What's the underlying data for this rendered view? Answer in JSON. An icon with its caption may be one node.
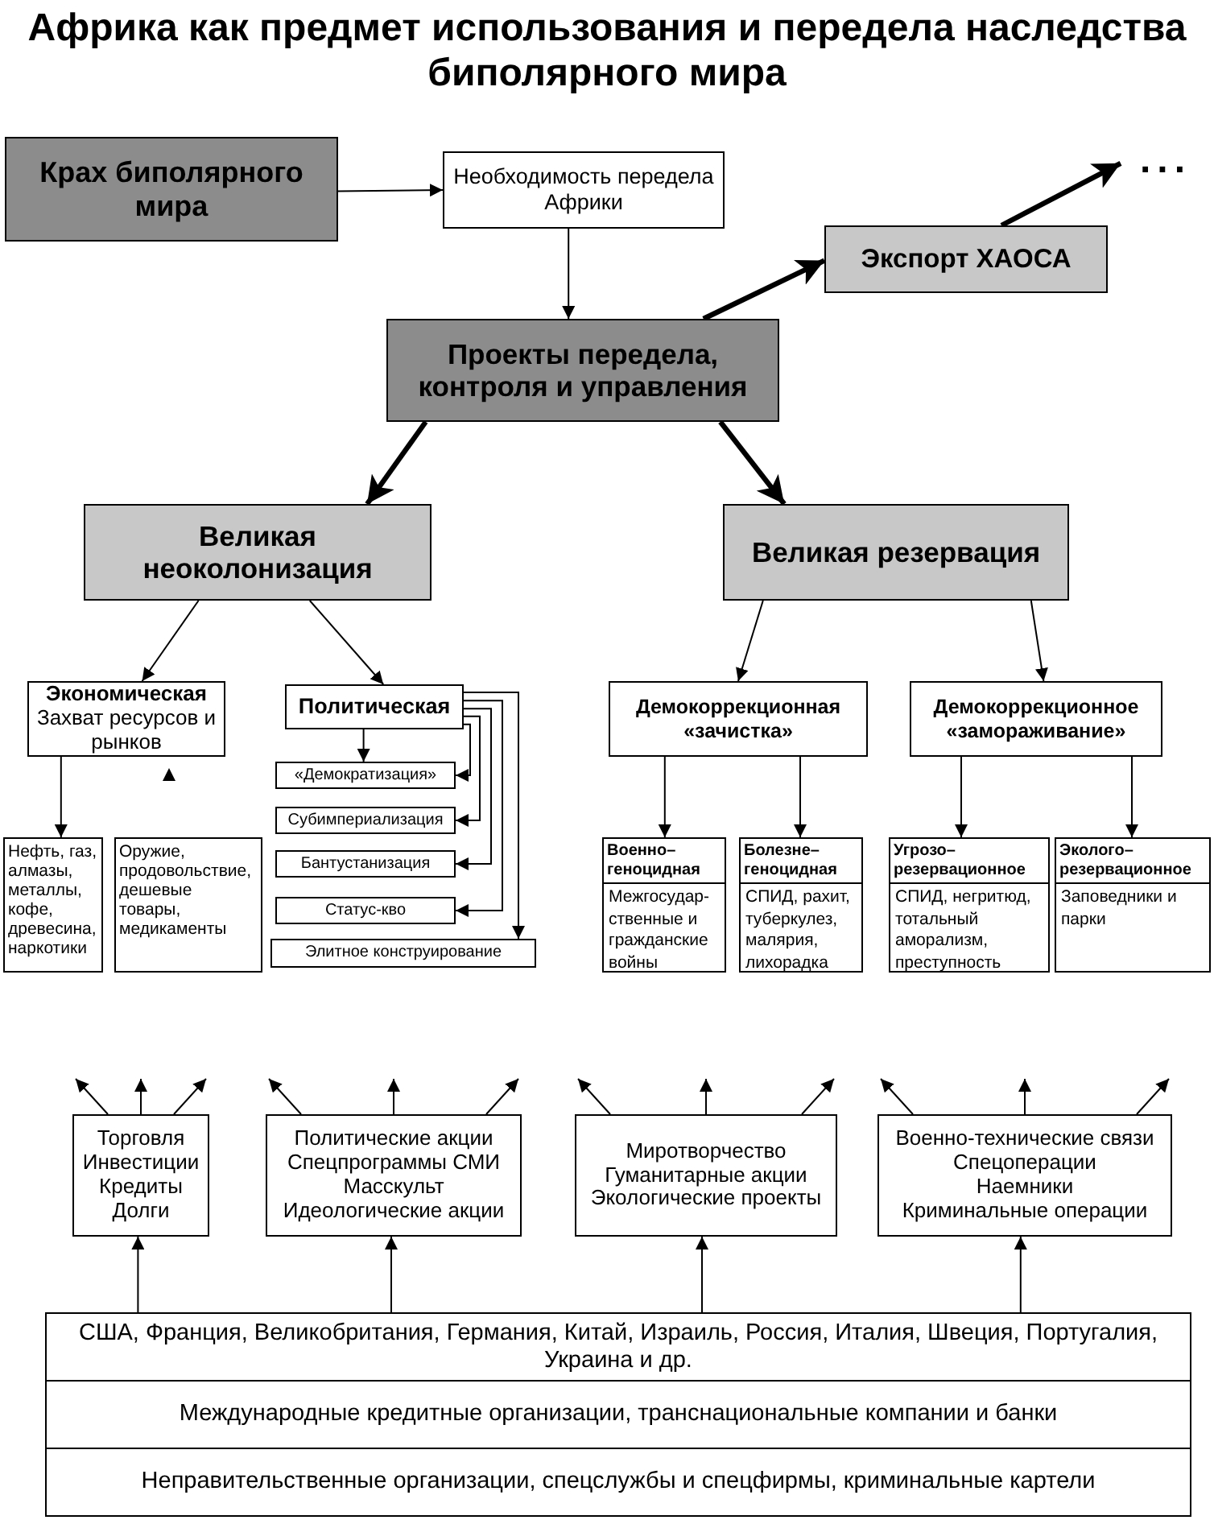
{
  "diagram": {
    "title": "Африка как предмет использования и передела наследства биполярного мира",
    "nodes": [
      {
        "text": [
          "Крах биполярного мира"
        ]
      },
      {
        "text": [
          "Необходимость передела Африки"
        ]
      },
      {
        "text": [
          "Экспорт ХАОСА"
        ]
      },
      {
        "text": [
          "..."
        ]
      },
      {
        "text": [
          "Проекты передела, контроля и управления"
        ]
      },
      {
        "text": [
          "Великая неоколонизация"
        ]
      },
      {
        "text": [
          "Великая резервация"
        ]
      },
      {
        "text": [
          "Экономическая",
          "Захват ресурсов и рынков"
        ]
      },
      {
        "text": [
          "Политическая"
        ]
      },
      {
        "text": [
          "«Демократизация»"
        ]
      },
      {
        "text": [
          "Субимпериализация"
        ]
      },
      {
        "text": [
          "Бантустанизация"
        ]
      },
      {
        "text": [
          "Статус-кво"
        ]
      },
      {
        "text": [
          "Элитное конструирование"
        ]
      },
      {
        "text": [
          "Нефть, газ, алмазы, металлы, кофе, древесина, наркотики"
        ]
      },
      {
        "text": [
          "Оружие, продовольствие, дешевые товары, медикаменты"
        ]
      },
      {
        "text": [
          "Демокоррекционная «зачистка»"
        ]
      },
      {
        "text": [
          "Демокоррекционное «замораживание»"
        ]
      },
      {
        "text": [
          "Военно– геноцидная",
          "Межгосудар- ственные и гражданские войны"
        ]
      },
      {
        "text": [
          "Болезне– геноцидная",
          "СПИД, рахит, туберкулез, малярия, лихорадка"
        ]
      },
      {
        "text": [
          "Угрозо– резервационное",
          "СПИД, негритюд, тотальный аморализм, преступность"
        ]
      },
      {
        "text": [
          "Эколого– резервационное",
          "Заповедники и парки"
        ]
      },
      {
        "text": [
          "Торговля",
          "Инвестиции",
          "Кредиты",
          "Долги"
        ]
      },
      {
        "text": [
          "Политические акции",
          "Спецпрограммы СМИ",
          "Масскульт",
          "Идеологические акции"
        ]
      },
      {
        "text": [
          "Миротворчество",
          "Гуманитарные акции",
          "Экологические проекты"
        ]
      },
      {
        "text": [
          "Военно-технические связи",
          "Спецоперации",
          "Наемники",
          "Криминальные операции"
        ]
      },
      {
        "text": [
          "США, Франция, Великобритания, Германия, Китай, Израиль, Россия, Италия, Швеция, Португалия, Украина и др.",
          "Международные кредитные организации, транснациональные компании и банки",
          "Неправительственные организации, спецслужбы и спецфирмы, криминальные картели"
        ]
      }
    ],
    "edges": [
      {
        "from": 0,
        "to": 1,
        "arrow": "to"
      },
      {
        "from": 1,
        "to": 4,
        "arrow": "to"
      },
      {
        "from": 4,
        "to": 2,
        "arrow": "to",
        "style": "thick"
      },
      {
        "from": 2,
        "to": 3,
        "arrow": "to",
        "style": "thick"
      },
      {
        "from": 4,
        "to": 5,
        "arrow": "to",
        "style": "thick"
      },
      {
        "from": 4,
        "to": 6,
        "arrow": "to",
        "style": "thick"
      },
      {
        "from": 5,
        "to": 7,
        "arrow": "to"
      },
      {
        "from": 5,
        "to": 8,
        "arrow": "to"
      },
      {
        "from": 6,
        "to": 16,
        "arrow": "to"
      },
      {
        "from": 6,
        "to": 17,
        "arrow": "to"
      },
      {
        "from": 7,
        "to": 14,
        "arrow": "to"
      },
      {
        "from": 8,
        "to": 9,
        "arrow": "to"
      },
      {
        "from": 8,
        "to": 9,
        "arrow": "to"
      },
      {
        "from": 8,
        "to": 10,
        "arrow": "to"
      },
      {
        "from": 8,
        "to": 11,
        "arrow": "to"
      },
      {
        "from": 8,
        "to": 12,
        "arrow": "to"
      },
      {
        "from": 8,
        "to": 13,
        "arrow": "to"
      },
      {
        "from": 16,
        "to": 18,
        "arrow": "to"
      },
      {
        "from": 16,
        "to": 19,
        "arrow": "to"
      },
      {
        "from": 17,
        "to": 20,
        "arrow": "to"
      },
      {
        "from": 17,
        "to": 21,
        "arrow": "to"
      },
      {
        "from": 26,
        "to": 22,
        "arrow": "to"
      },
      {
        "from": 26,
        "to": 23,
        "arrow": "to"
      },
      {
        "from": 26,
        "to": 24,
        "arrow": "to"
      },
      {
        "from": 26,
        "to": 25,
        "arrow": "to"
      },
      {
        "from": 22,
        "to": null,
        "arrow": "to"
      },
      {
        "from": 22,
        "to": null,
        "arrow": "to"
      },
      {
        "from": 22,
        "to": null,
        "arrow": "to"
      },
      {
        "from": 23,
        "to": null,
        "arrow": "to"
      },
      {
        "from": 23,
        "to": null,
        "arrow": "to"
      },
      {
        "from": 23,
        "to": null,
        "arrow": "to"
      },
      {
        "from": 24,
        "to": null,
        "arrow": "to"
      },
      {
        "from": 24,
        "to": null,
        "arrow": "to"
      },
      {
        "from": 24,
        "to": null,
        "arrow": "to"
      },
      {
        "from": 25,
        "to": null,
        "arrow": "to"
      },
      {
        "from": 25,
        "to": null,
        "arrow": "to"
      },
      {
        "from": 25,
        "to": null,
        "arrow": "to"
      }
    ]
  }
}
